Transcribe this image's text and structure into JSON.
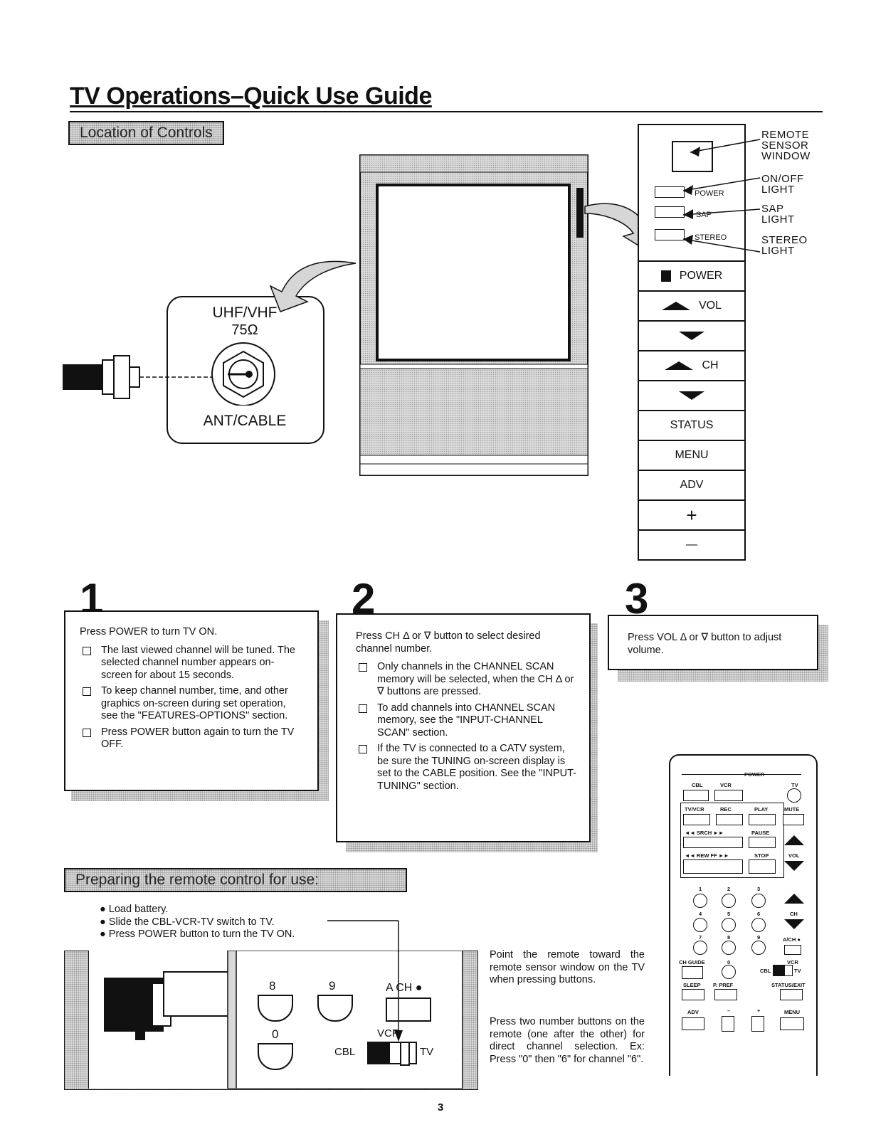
{
  "title": "TV Operations–Quick Use Guide",
  "location_label": "Location of Controls",
  "antenna": {
    "label_top": "UHF/VHF",
    "ohms": "75Ω",
    "label_bottom": "ANT/CABLE"
  },
  "indicators": {
    "power": "POWER",
    "sap": "SAP",
    "stereo": "STEREO",
    "remote_sensor": "REMOTE\nSENSOR\nWINDOW",
    "onoff": "ON/OFF\nLIGHT",
    "sap_light": "SAP\nLIGHT",
    "stereo_light": "STEREO\nLIGHT"
  },
  "panel": {
    "power": "POWER",
    "vol": "VOL",
    "ch": "CH",
    "status": "STATUS",
    "menu": "MENU",
    "adv": "ADV",
    "plus": "+",
    "minus": "—"
  },
  "steps": [
    {
      "num": "1",
      "intro": "Press POWER to turn TV ON.",
      "items": [
        "The last viewed channel will be tuned. The selected channel number appears on-screen for about 15 seconds.",
        "To keep channel number, time, and other graphics on-screen during set operation, see the \"FEATURES-OPTIONS\" section.",
        "Press POWER button again to turn the TV OFF."
      ]
    },
    {
      "num": "2",
      "intro": "Press CH Δ or ∇ button to select desired channel number.",
      "items": [
        "Only channels in the CHANNEL SCAN memory will be selected, when the CH Δ or ∇ buttons are pressed.",
        "To add channels into CHANNEL SCAN memory, see the \"INPUT-CHANNEL SCAN\" section.",
        "If the TV is connected to a CATV system, be sure the TUNING on-screen display is set to the CABLE position. See the \"INPUT-TUNING\" section."
      ]
    },
    {
      "num": "3",
      "intro": "Press VOL Δ or ∇ button to adjust volume.",
      "items": []
    }
  ],
  "remote_section_label": "Preparing the remote control for use:",
  "remote_bullets": [
    "Load battery.",
    "Slide the CBL-VCR-TV switch to TV.",
    "Press POWER button to turn the TV ON."
  ],
  "closeup": {
    "b8": "8",
    "b9": "9",
    "b0": "0",
    "ach": "A CH ●",
    "vcr": "VCR",
    "cbl": "CBL",
    "tv": "TV"
  },
  "instructions": [
    "Point the remote toward the remote sensor window on the TV when pressing buttons.",
    "Press two number buttons on the remote (one after the other) for direct channel selection. Ex: Press \"0\" then \"6\" for channel \"6\"."
  ],
  "remote": {
    "power": "POWER",
    "cbl": "CBL",
    "vcr": "VCR",
    "tv": "TV",
    "tvvcr": "TV/VCR",
    "rec": "REC",
    "play": "PLAY",
    "mute": "MUTE",
    "srch": "◄◄ SRCH ►►",
    "pause": "PAUSE",
    "rewff": "◄◄ REW FF ►►",
    "stop": "STOP",
    "vol": "VOL",
    "n1": "1",
    "n2": "2",
    "n3": "3",
    "n4": "4",
    "n5": "5",
    "n6": "6",
    "n7": "7",
    "n8": "8",
    "n9": "9",
    "n0": "0",
    "ch": "CH",
    "ach": "A/CH ●",
    "chguide": "CH GUIDE",
    "vcr2": "VCR",
    "cbl2": "CBL",
    "tv2": "TV",
    "sleep": "SLEEP",
    "pref": "P. PREF",
    "statusexit": "STATUS/EXIT",
    "adv": "ADV",
    "minus": "–",
    "plus": "+",
    "menu": "MENU"
  },
  "page_number": "3"
}
